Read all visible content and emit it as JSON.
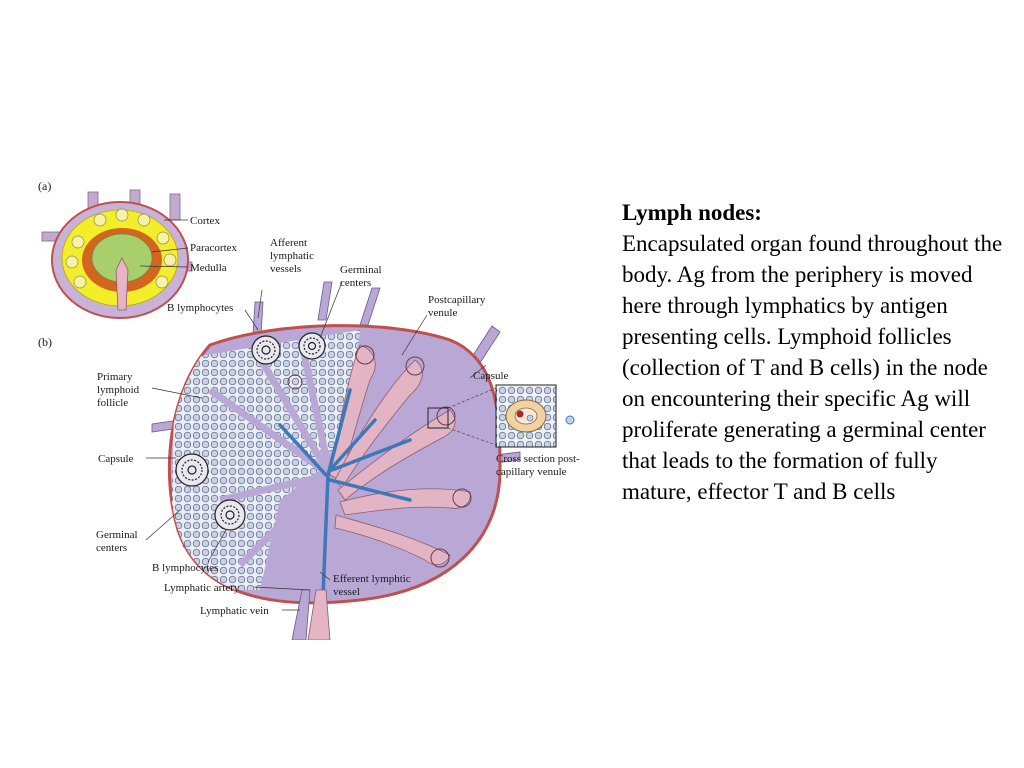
{
  "slide": {
    "title": "Lymph nodes:",
    "body": "Encapsulated organ found throughout the body.  Ag from the periphery is moved here through lymphatics by antigen presenting cells.  Lymphoid follicles (collection of T and B cells) in the node on encountering their specific Ag will proliferate generating a germinal center that leads to the formation of fully mature, effector T and B cells"
  },
  "figure": {
    "panel_a": {
      "letter": "(a)",
      "labels": [
        "Cortex",
        "Paracortex",
        "Medulla"
      ]
    },
    "panel_b": {
      "letter": "(b)",
      "labels": {
        "afferent": [
          "Afferent",
          "lymphatic",
          "vessels"
        ],
        "germinal_top": [
          "Germinal",
          "centers"
        ],
        "postcapillary": [
          "Postcapillary",
          "venule"
        ],
        "b_lymph_top": "B lymphocytes",
        "primary_follicle": [
          "Primary",
          "lymphoid",
          "follicle"
        ],
        "capsule_right": "Capsule",
        "capsule_left": "Capsule",
        "cross_section": [
          "Cross section post-",
          "capillary venule"
        ],
        "germinal_bottom": [
          "Germinal",
          "centers"
        ],
        "b_lymph_bottom": "B lymphocytes",
        "lymph_artery": "Lymphatic artery",
        "efferent": [
          "Efferent lymphtic",
          "vessel"
        ],
        "lymph_vein": "Lymphatic vein"
      }
    },
    "colors": {
      "node_fill": "#b9a8d6",
      "capsule_edge": "#c0504d",
      "cortex_yellow": "#f3ee2a",
      "paracortex_orange": "#d2661e",
      "medulla_green": "#a9cf6d",
      "vessel_pink": "#e6b5c4",
      "vessel_blue": "#3d78b8",
      "cell_fill": "#c9d3e6"
    }
  }
}
